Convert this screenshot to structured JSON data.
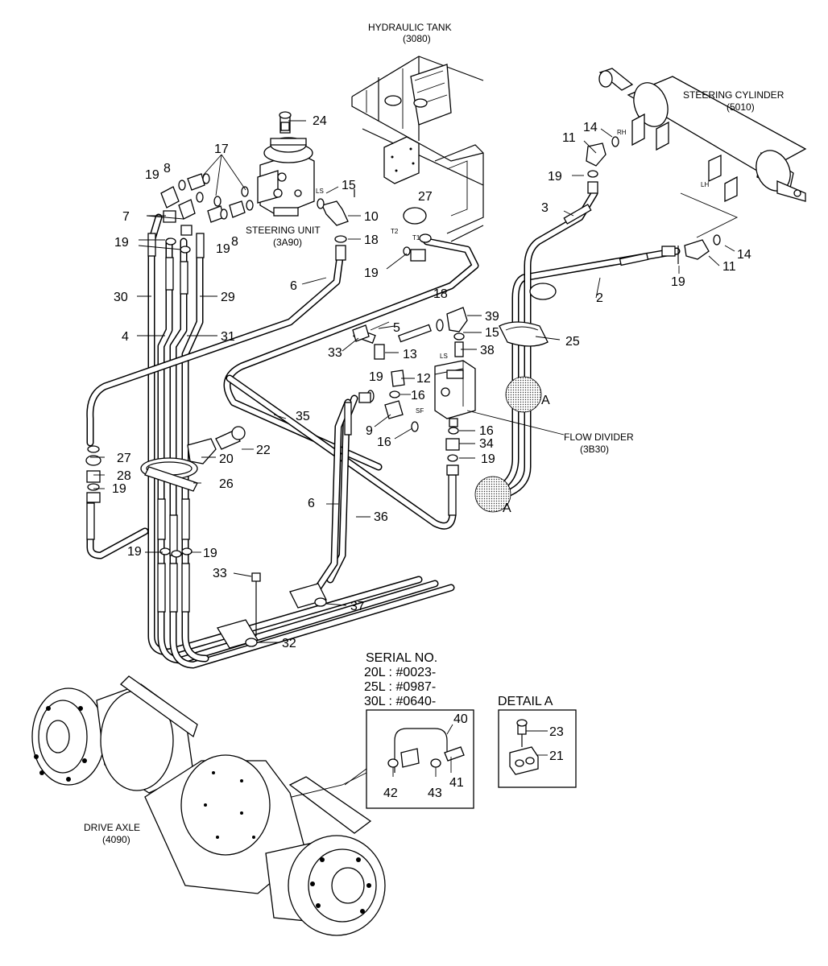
{
  "components": {
    "hydraulic_tank": {
      "name": "HYDRAULIC TANK",
      "code": "(3080)"
    },
    "steering_cylinder": {
      "name": "STEERING CYLINDER",
      "code": "(5010)",
      "rh": "RH",
      "lh": "LH"
    },
    "steering_unit": {
      "name": "STEERING UNIT",
      "code": "(3A90)",
      "port_ls": "LS",
      "port_t1": "T1",
      "port_t2": "T2"
    },
    "flow_divider": {
      "name": "FLOW DIVIDER",
      "code": "(3B30)",
      "port_ls": "LS",
      "port_sf": "SF"
    },
    "drive_axle": {
      "name": "DRIVE AXLE",
      "code": "(4090)"
    }
  },
  "serial": {
    "title": "SERIAL NO.",
    "lines": [
      "20L : #0023-",
      "25L : #0987-",
      "30L : #0640-"
    ],
    "callouts": [
      "40",
      "41",
      "42",
      "43"
    ]
  },
  "detail_a": {
    "title": "DETAIL A",
    "callouts": [
      "23",
      "21"
    ]
  },
  "detail_marker": "A",
  "callouts": [
    "2",
    "3",
    "4",
    "5",
    "6",
    "6",
    "7",
    "8",
    "8",
    "9",
    "10",
    "11",
    "11",
    "12",
    "13",
    "14",
    "14",
    "15",
    "15",
    "16",
    "16",
    "16",
    "17",
    "18",
    "18",
    "19",
    "19",
    "19",
    "19",
    "19",
    "19",
    "19",
    "19",
    "19",
    "19",
    "19",
    "20",
    "22",
    "24",
    "25",
    "26",
    "27",
    "27",
    "28",
    "29",
    "30",
    "31",
    "32",
    "33",
    "33",
    "34",
    "35",
    "36",
    "37",
    "38",
    "39"
  ]
}
